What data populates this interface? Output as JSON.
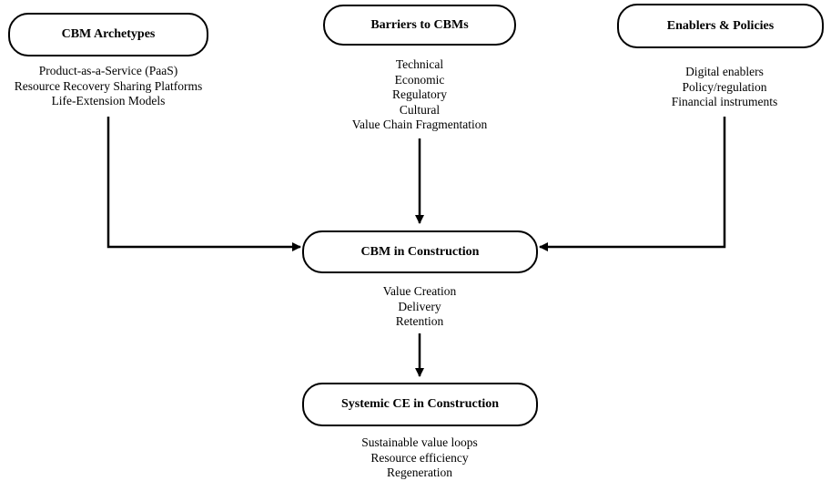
{
  "nodes": {
    "archetypes": {
      "title": "CBM Archetypes",
      "items": [
        "Product-as-a-Service (PaaS)",
        "Resource Recovery Sharing Platforms",
        "Life-Extension Models"
      ]
    },
    "barriers": {
      "title": "Barriers to CBMs",
      "items": [
        "Technical",
        "Economic",
        "Regulatory",
        "Cultural",
        "Value Chain Fragmentation"
      ]
    },
    "enablers": {
      "title": "Enablers & Policies",
      "items": [
        "Digital enablers",
        "Policy/regulation",
        "Financial instruments"
      ]
    },
    "cbm": {
      "title": "CBM in Construction",
      "items": [
        "Value Creation",
        "Delivery",
        "Retention"
      ]
    },
    "systemic": {
      "title": "Systemic CE in Construction",
      "items": [
        "Sustainable value loops",
        "Resource efficiency",
        "Regeneration"
      ]
    }
  },
  "edges": [
    {
      "from": "archetypes",
      "to": "cbm"
    },
    {
      "from": "barriers",
      "to": "cbm"
    },
    {
      "from": "enablers",
      "to": "cbm"
    },
    {
      "from": "cbm",
      "to": "systemic"
    }
  ]
}
